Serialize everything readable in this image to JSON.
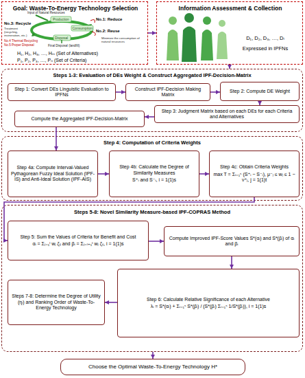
{
  "diagram": {
    "nodes": [
      {
        "text": [
          "Goal: Waste-To-Energy Technology Selection",
          "H₁, H₂, H₃, …, Hₘ (Set of Alternatives)",
          "P₁, P₂, P₃, …, Pₙ (Set of Criteria)"
        ]
      },
      {
        "text": [
          "Information Assessment & Collection",
          "D₁, D₂, D₃, …, Dₗ",
          "Expressed in IPFNs"
        ]
      },
      {
        "text": [
          "Steps 1-3: Evaluation of DEs Weight & Construct Aggregated IPF-Decision-Matrix"
        ]
      },
      {
        "text": [
          "Step 1: Convert DEs Linguistic Evaluation to IPFNs"
        ],
        "in": 2
      },
      {
        "text": [
          "Construct IPF-Decision Making Matrix"
        ],
        "in": 2
      },
      {
        "text": [
          "Step 2: Compute DE Weight"
        ],
        "in": 2
      },
      {
        "text": [
          "Step 3: Judgment Matrix based on each DEs for each Criteria and Alternatives"
        ],
        "in": 2
      },
      {
        "text": [
          "Compute the Aggregated IPF-Decision-Matrix"
        ],
        "in": 2
      },
      {
        "text": [
          "Step 4: Computation of Criteria Weights"
        ]
      },
      {
        "text": [
          "Step 4a: Compute Interval-Valued Pythagorean Fuzzy Ideal Solution (IPF-IS) and Anti-Ideal Solution (IPF-AIS)"
        ],
        "in": 8
      },
      {
        "text": [
          "Step 4b: Calculate the Degree of Similarity Measures",
          "S⁺ᵢ and S⁻ᵢ, i = 1(1)s"
        ],
        "in": 8
      },
      {
        "text": [
          "Step 4c: Obtain Criteria Weights",
          "max T = Σᵢ₌₁ˢ (S⁺ᵢ − S⁻ᵢ), μ⁻ⱼ ≤ wⱼ ≤ 1 − ν⁺ⱼ, j = 1(1)t"
        ],
        "in": 8
      },
      {
        "text": [
          "Steps 5-8: Novel Similarity Measure-based IPF-COPRAS Method"
        ]
      },
      {
        "text": [
          "Step 5: Sum the Values of Criteria for Benefit and Cost",
          "αᵢ = Σⱼ₌₁ˡ wⱼ ζᵢⱼ and βᵢ = Σⱼ₌ₗ₊₁ᵗ wⱼ ζᵢⱼ, i = 1(1)s"
        ],
        "in": 12
      },
      {
        "text": [
          "Compute Improved IPF-Score Values S*(αᵢ) and S*(βᵢ) of αᵢ and βᵢ"
        ],
        "in": 12
      },
      {
        "text": [
          "Steps 7-8: Determine the Degree of Utility (ηᵢ) and Ranking Order of Waste-To-Energy Technology"
        ],
        "in": 12
      },
      {
        "text": [
          "Step 6: Calculate Relative Significance of each Alternative",
          "λᵢ = S*(αᵢ) + Σᵢ₌₁ˢ S*(βᵢ) / (S*(βᵢ) Σᵢ₌₁ˢ 1/S*(βᵢ)), i = 1(1)s"
        ],
        "in": 12
      },
      {
        "text": [
          "Choose the Optimal Waste-To-Energy Technology H*"
        ]
      }
    ],
    "edges": [
      {
        "from": 0,
        "to": 1,
        "arrow": "to"
      },
      {
        "from": 1,
        "to": 2,
        "arrow": "to"
      },
      {
        "from": 3,
        "to": 4,
        "arrow": "to"
      },
      {
        "from": 4,
        "to": 5,
        "arrow": "to"
      },
      {
        "from": 5,
        "to": 6,
        "arrow": "to"
      },
      {
        "from": 6,
        "to": 7,
        "arrow": "to"
      },
      {
        "from": 7,
        "to": 9,
        "arrow": "to"
      },
      {
        "from": 9,
        "to": 10,
        "arrow": "to"
      },
      {
        "from": 10,
        "to": 11,
        "arrow": "to"
      },
      {
        "from": 11,
        "to": 13,
        "arrow": "to"
      },
      {
        "from": 13,
        "to": 14,
        "arrow": "to"
      },
      {
        "from": 14,
        "to": 16,
        "arrow": "to"
      },
      {
        "from": 16,
        "to": 15,
        "arrow": "to"
      },
      {
        "from": 12,
        "to": 17,
        "arrow": "to"
      }
    ],
    "labels": [
      "Input of Natural Resources",
      "Minimize the consumption of natural resources",
      "Production",
      "No.1: Reduce",
      "No.3: Recycle",
      "Consumption",
      "No.2: Reuse",
      "Treatment (recycling, incineration, etc.)",
      "Disposal",
      "No.4 Thermal Recycling",
      "No.5 Proper Disposal",
      "Final Disposal (landfill)"
    ]
  }
}
